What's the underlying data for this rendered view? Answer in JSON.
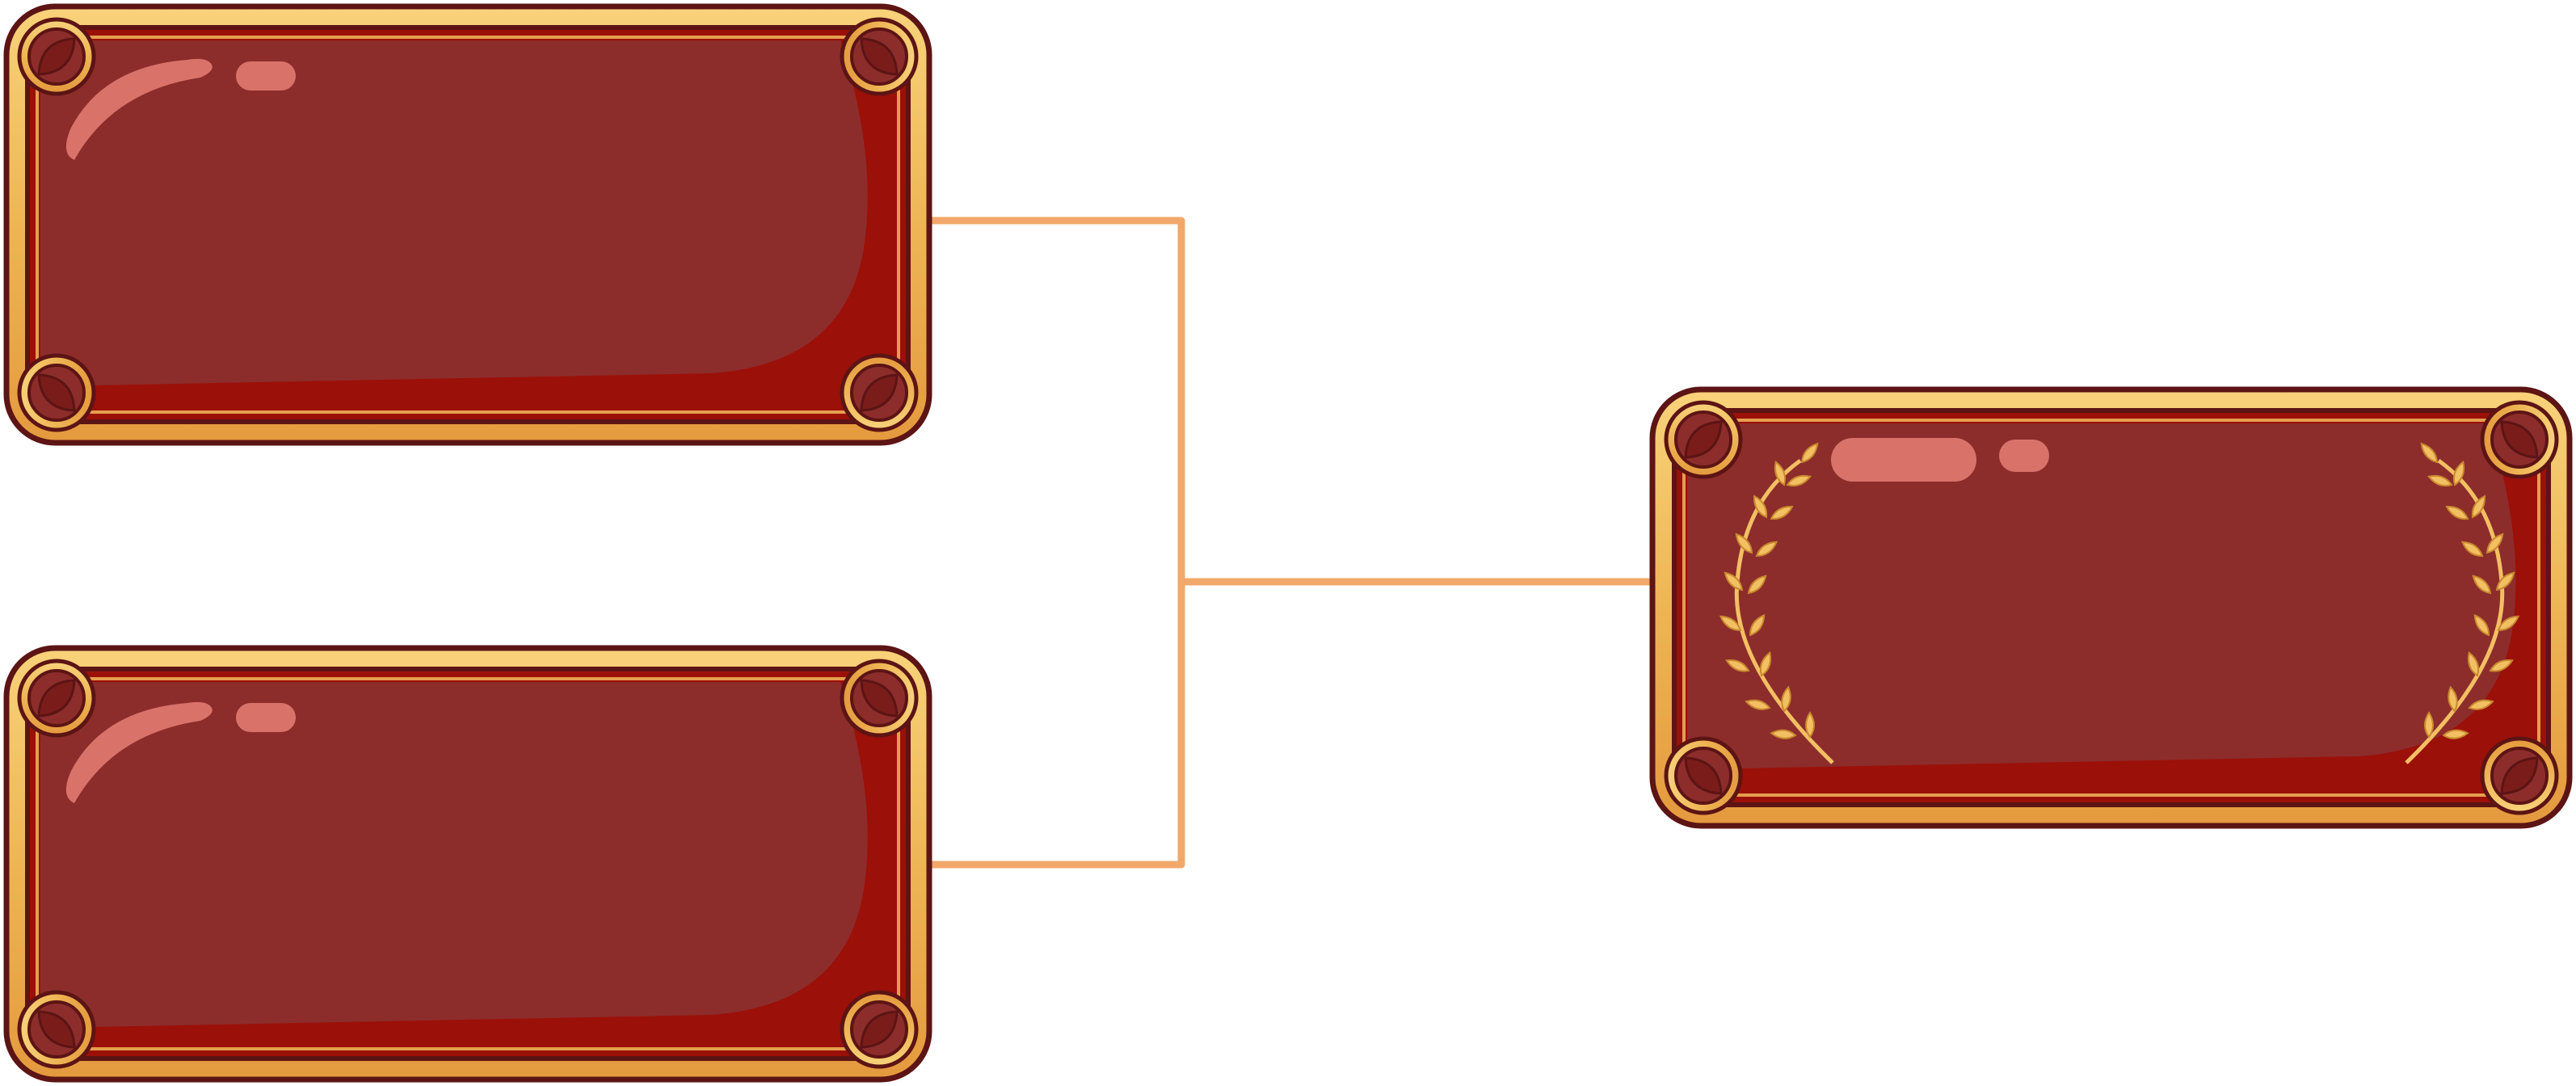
{
  "bracket": {
    "slots": [
      {
        "id": "semifinal-1",
        "label": ""
      },
      {
        "id": "semifinal-2",
        "label": ""
      },
      {
        "id": "final",
        "label": ""
      }
    ],
    "colors": {
      "gold_light": "#f6c468",
      "gold": "#e8a94a",
      "outline": "#5c1414",
      "panel_dark": "#8c2d2c",
      "panel_edge": "#9b1008",
      "highlight": "#d9736a",
      "connector": "#f1a86a",
      "laurel": "#f3bf63"
    },
    "icons": {
      "corner": "corner-ornament-icon",
      "laurel": "laurel-wreath-icon"
    }
  }
}
